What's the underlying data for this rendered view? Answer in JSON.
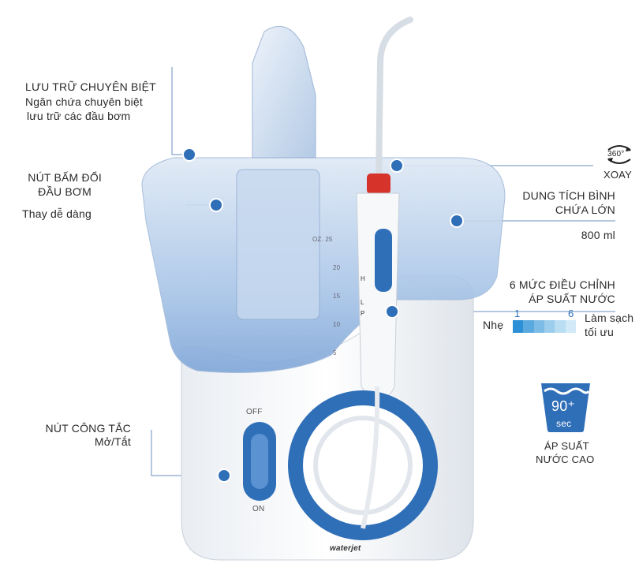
{
  "callouts": {
    "storage": {
      "title": "LƯU TRỮ CHUYÊN BIỆT",
      "line1": "Ngăn chứa chuyên biệt",
      "line2": "lưu trữ các đầu bơm"
    },
    "tip_button": {
      "title1": "NÚT BẤM ĐỔI",
      "title2": "ĐẦU BƠM",
      "sub": "Thay dễ dàng"
    },
    "power": {
      "title": "NÚT CÔNG TẮC",
      "sub": "Mở/Tắt"
    },
    "rotate": {
      "badge": "360°",
      "label": "XOAY"
    },
    "capacity": {
      "title1": "DUNG TÍCH BÌNH",
      "title2": "CHỨA LỚN",
      "value": "800 ml"
    },
    "pressure": {
      "title1": "6 MỨC ĐIỀU CHỈNH",
      "title2": "ÁP SUẤT NƯỚC",
      "low": "Nhẹ",
      "min": "1",
      "max": "6",
      "high1": "Làm sạch",
      "high2": "tối ưu"
    },
    "highpressure": {
      "badge_num": "90⁺",
      "badge_unit": "sec",
      "line1": "ÁP SUẤT",
      "line2": "NƯỚC CAO"
    }
  },
  "device": {
    "brand": "waterjet",
    "switch_off": "OFF",
    "switch_on": "ON",
    "tank_scale_top": "OZ. 25",
    "tank_marks": [
      "20",
      "15",
      "10",
      "5"
    ],
    "handle_marks": [
      "H",
      "L",
      "P"
    ]
  },
  "colors": {
    "accent": "#2f6fb8",
    "line": "#6b8fbf",
    "scale": [
      "#2d8fd6",
      "#5aa9df",
      "#7dbce6",
      "#9ccdec",
      "#b9ddf2",
      "#d2e9f7"
    ]
  }
}
